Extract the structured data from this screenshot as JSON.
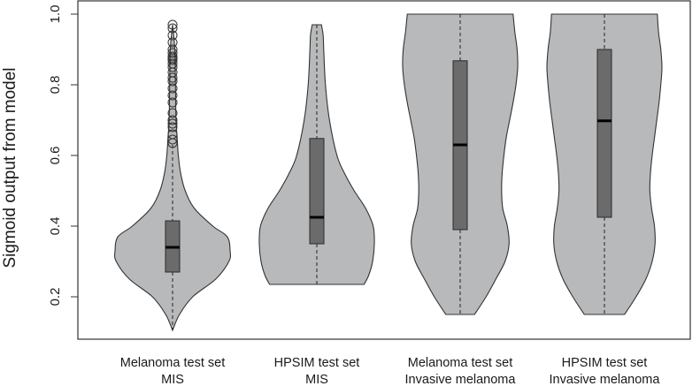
{
  "chart_data": {
    "type": "violin",
    "title": "",
    "xlabel": "",
    "ylabel": "Sigmoid output from model",
    "ylim": [
      0.1,
      1.02
    ],
    "yticks": [
      0.2,
      0.4,
      0.6,
      0.8,
      1.0
    ],
    "ytick_labels": [
      "0.2",
      "0.4",
      "0.6",
      "0.8",
      "1.0"
    ],
    "grid": false,
    "legend": "none",
    "colors": {
      "violin_fill": "#b8b9bb",
      "box_fill": "#6b6b6b",
      "outline": "#333333",
      "median": "#000000"
    },
    "categories": [
      {
        "line1": "Melanoma test set",
        "line2": "MIS"
      },
      {
        "line1": "HPSIM test set",
        "line2": "MIS"
      },
      {
        "line1": "Melanoma test set",
        "line2": "Invasive melanoma"
      },
      {
        "line1": "HPSIM test set",
        "line2": "Invasive melanoma"
      }
    ],
    "groups": [
      {
        "min": 0.105,
        "q1": 0.27,
        "median": 0.34,
        "q3": 0.415,
        "max": 0.63,
        "whisker_high": 0.63,
        "outliers": [
          0.635,
          0.645,
          0.66,
          0.68,
          0.69,
          0.7,
          0.72,
          0.75,
          0.77,
          0.79,
          0.81,
          0.82,
          0.835,
          0.85,
          0.86,
          0.87,
          0.875,
          0.88,
          0.89,
          0.9,
          0.92,
          0.94,
          0.96,
          0.97
        ],
        "density": [
          [
            0.105,
            0.0
          ],
          [
            0.15,
            0.12
          ],
          [
            0.2,
            0.35
          ],
          [
            0.25,
            0.75
          ],
          [
            0.3,
            0.98
          ],
          [
            0.33,
            1.0
          ],
          [
            0.37,
            0.95
          ],
          [
            0.4,
            0.7
          ],
          [
            0.45,
            0.38
          ],
          [
            0.5,
            0.22
          ],
          [
            0.55,
            0.14
          ],
          [
            0.6,
            0.1
          ],
          [
            0.65,
            0.08
          ],
          [
            0.7,
            0.06
          ],
          [
            0.8,
            0.05
          ],
          [
            0.9,
            0.04
          ],
          [
            0.97,
            0.0
          ]
        ]
      },
      {
        "min": 0.235,
        "q1": 0.35,
        "median": 0.425,
        "q3": 0.648,
        "max": 0.97,
        "whisker_high": 0.97,
        "outliers": [],
        "density": [
          [
            0.235,
            0.82
          ],
          [
            0.26,
            0.9
          ],
          [
            0.3,
            0.97
          ],
          [
            0.35,
            1.0
          ],
          [
            0.4,
            0.98
          ],
          [
            0.45,
            0.85
          ],
          [
            0.5,
            0.65
          ],
          [
            0.55,
            0.48
          ],
          [
            0.6,
            0.35
          ],
          [
            0.7,
            0.22
          ],
          [
            0.8,
            0.15
          ],
          [
            0.9,
            0.12
          ],
          [
            0.94,
            0.11
          ],
          [
            0.97,
            0.08
          ]
        ]
      },
      {
        "min": 0.15,
        "q1": 0.39,
        "median": 0.63,
        "q3": 0.868,
        "max": 1.0,
        "whisker_high": 1.0,
        "outliers": [],
        "density": [
          [
            0.15,
            0.25
          ],
          [
            0.2,
            0.45
          ],
          [
            0.25,
            0.62
          ],
          [
            0.3,
            0.78
          ],
          [
            0.35,
            0.85
          ],
          [
            0.4,
            0.82
          ],
          [
            0.45,
            0.74
          ],
          [
            0.5,
            0.72
          ],
          [
            0.55,
            0.73
          ],
          [
            0.6,
            0.76
          ],
          [
            0.65,
            0.8
          ],
          [
            0.7,
            0.86
          ],
          [
            0.75,
            0.92
          ],
          [
            0.8,
            0.97
          ],
          [
            0.85,
            1.0
          ],
          [
            0.9,
            0.99
          ],
          [
            0.95,
            0.95
          ],
          [
            1.0,
            0.92
          ]
        ]
      },
      {
        "min": 0.15,
        "q1": 0.425,
        "median": 0.698,
        "q3": 0.9,
        "max": 1.0,
        "whisker_high": 1.0,
        "outliers": [],
        "density": [
          [
            0.15,
            0.35
          ],
          [
            0.2,
            0.55
          ],
          [
            0.25,
            0.72
          ],
          [
            0.3,
            0.83
          ],
          [
            0.35,
            0.88
          ],
          [
            0.4,
            0.87
          ],
          [
            0.45,
            0.82
          ],
          [
            0.5,
            0.79
          ],
          [
            0.55,
            0.8
          ],
          [
            0.6,
            0.83
          ],
          [
            0.65,
            0.87
          ],
          [
            0.7,
            0.91
          ],
          [
            0.75,
            0.95
          ],
          [
            0.8,
            0.98
          ],
          [
            0.85,
            1.0
          ],
          [
            0.9,
            0.98
          ],
          [
            0.95,
            0.94
          ],
          [
            1.0,
            0.92
          ]
        ]
      }
    ]
  }
}
